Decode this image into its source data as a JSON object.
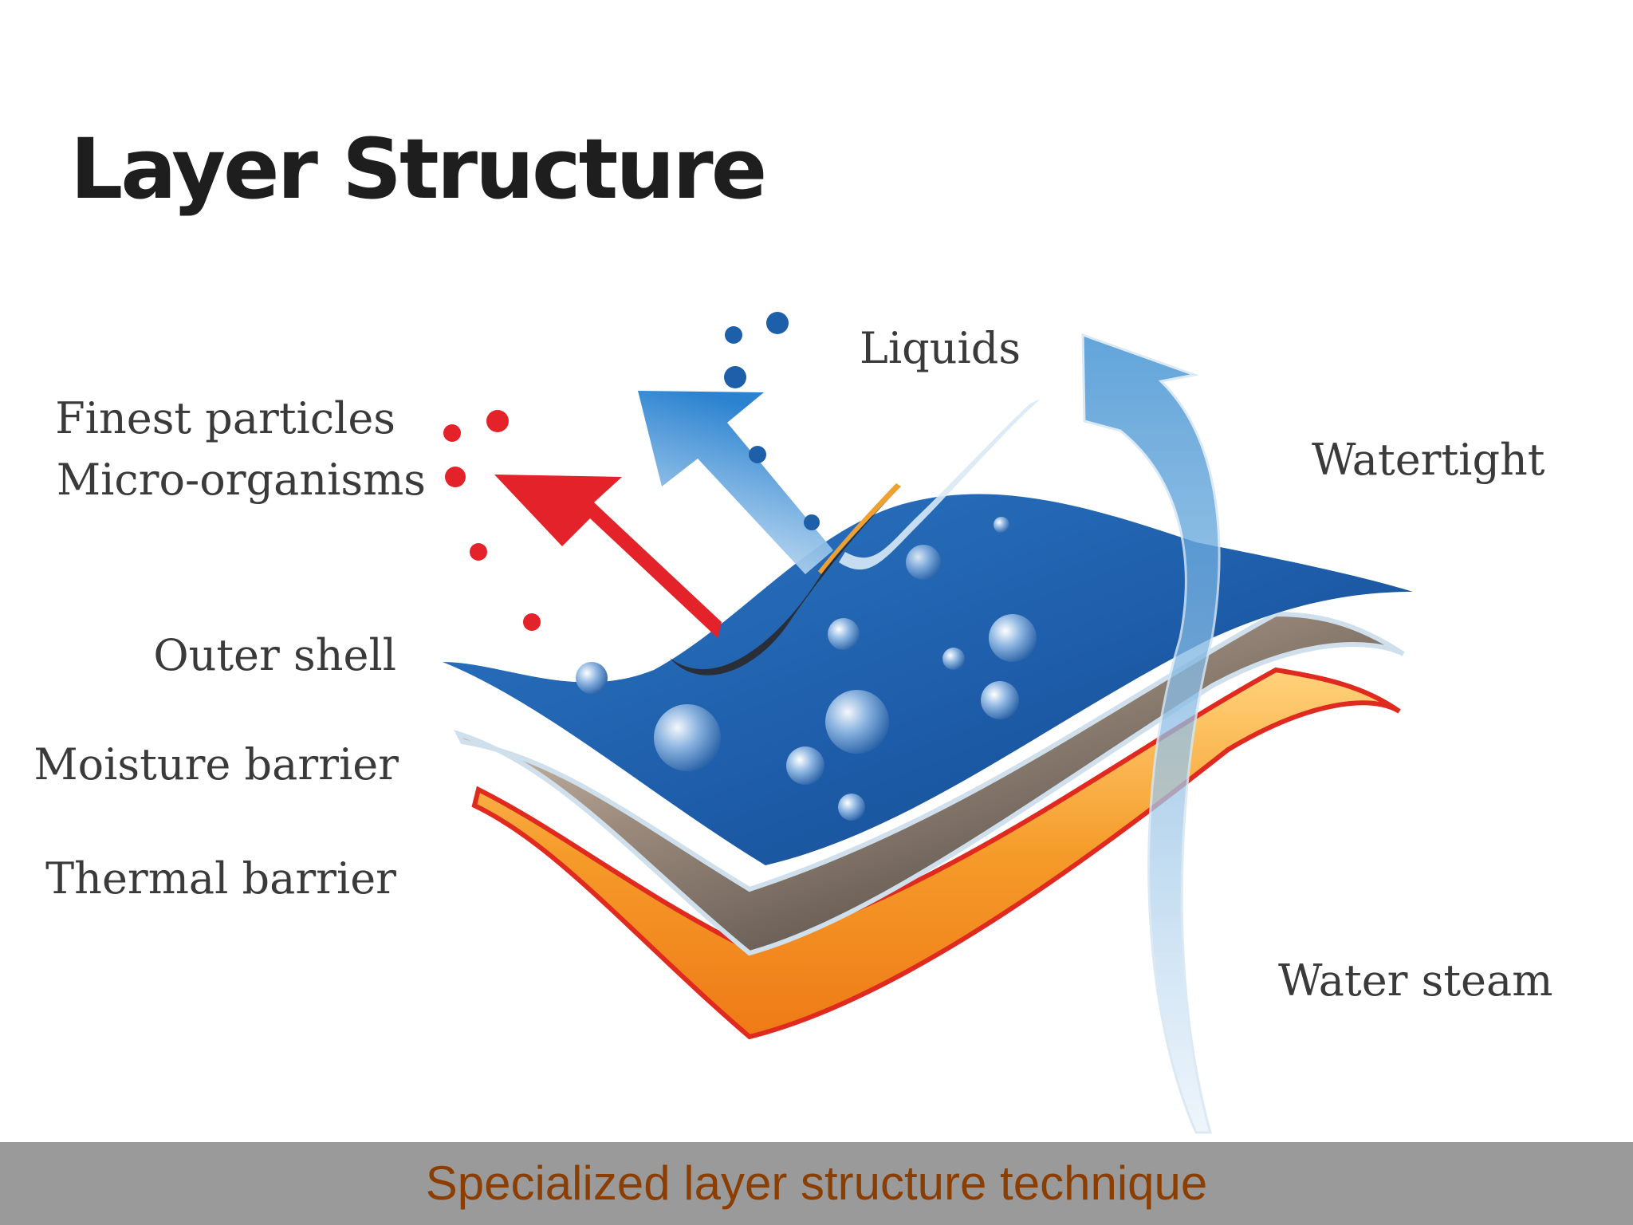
{
  "title": "Layer Structure",
  "labels": {
    "finest_particles": "Finest particles",
    "micro_organisms": "Micro-organisms",
    "liquids": "Liquids",
    "watertight": "Watertight",
    "outer_shell": "Outer shell",
    "moisture_barrier": "Moisture barrier",
    "thermal_barrier": "Thermal barrier",
    "water_steam": "Water steam"
  },
  "footer": {
    "text": "Specialized layer structure technique"
  },
  "colors": {
    "outer_shell": "#1f5fae",
    "moisture_barrier": "#7a6a5e",
    "thermal_barrier": "#f08a1e",
    "particles_arrow": "#e3222a",
    "liquids_arrow": "#3f8fd4",
    "steam_arrow": "#b9d8ee",
    "footer_bg": "#9a9a9a",
    "footer_text": "#8b3e00"
  }
}
